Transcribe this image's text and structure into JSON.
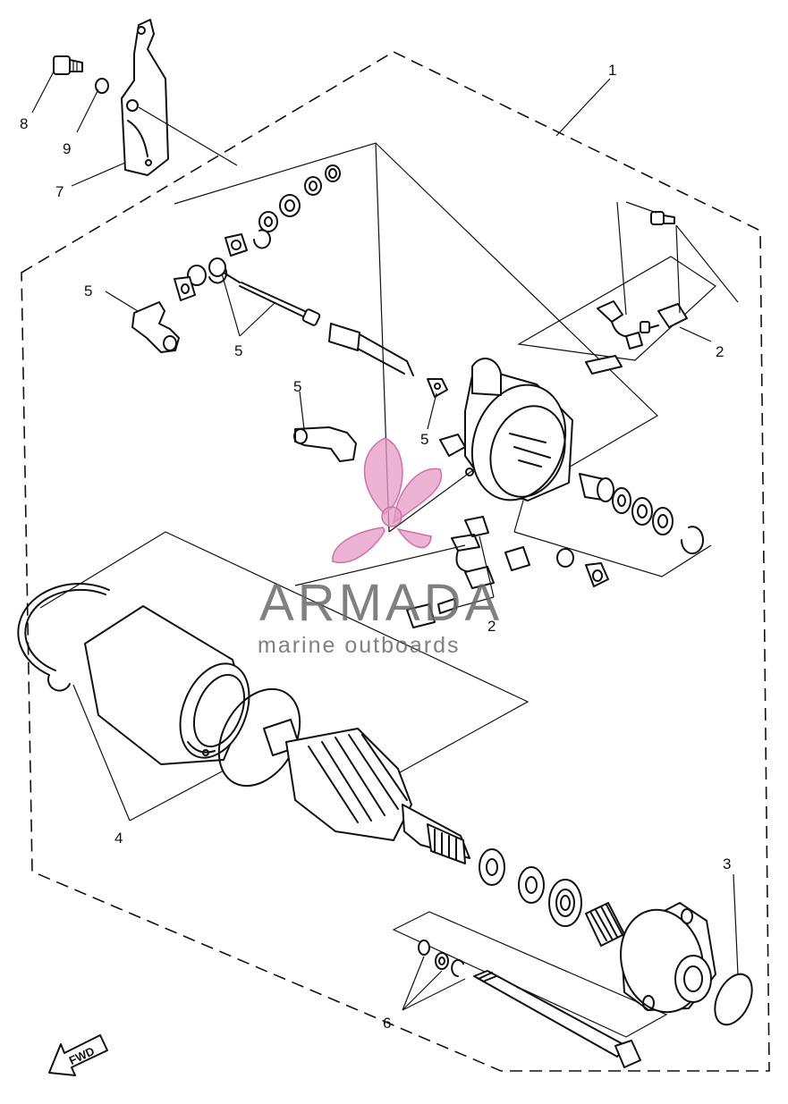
{
  "callouts": {
    "c1": "1",
    "c2a": "2",
    "c2b": "2",
    "c3": "3",
    "c4": "4",
    "c5a": "5",
    "c5b": "5",
    "c5c": "5",
    "c5d": "5",
    "c6": "6",
    "c7": "7",
    "c8": "8",
    "c9": "9"
  },
  "direction_marker": "FWD",
  "watermark": {
    "title": "ARMADA",
    "subtitle": "marine outboards",
    "color": "#e59ac6"
  }
}
